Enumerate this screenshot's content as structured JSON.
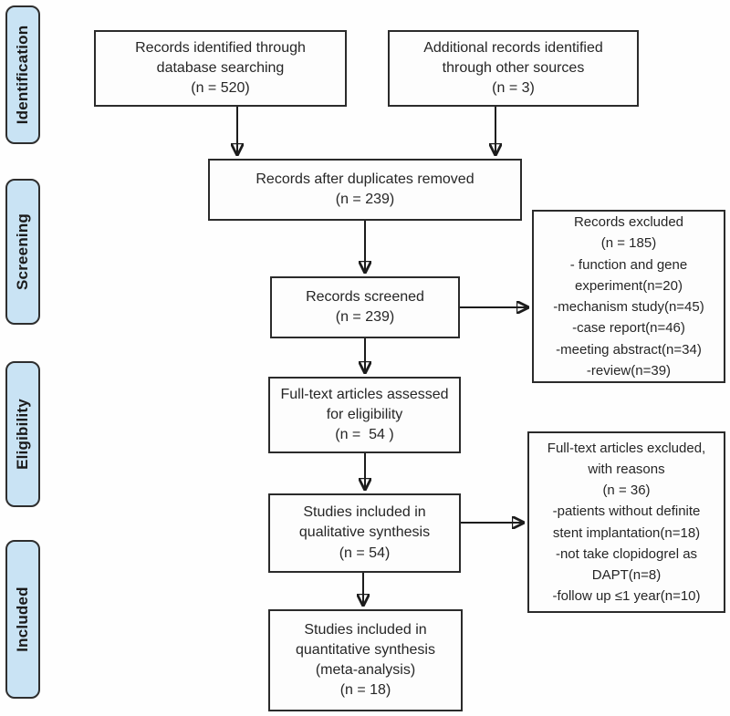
{
  "diagram": {
    "type": "prisma-flow",
    "colors": {
      "stage_fill": "#c9e3f4",
      "stage_border": "#2e2e2e",
      "box_fill": "#fdfdfd",
      "box_border": "#2b2b2b",
      "text": "#262626",
      "arrow": "#1c1c1c",
      "background": "#ffffff"
    },
    "sidebar": {
      "stages": [
        {
          "id": "identification",
          "label": "Identification"
        },
        {
          "id": "screening",
          "label": "Screening"
        },
        {
          "id": "eligibility",
          "label": "Eligibility"
        },
        {
          "id": "included",
          "label": "Included"
        }
      ]
    },
    "boxes": {
      "identified_database": "Records identified through\ndatabase searching\n(n = 520)",
      "identified_other": "Additional records identified\nthrough other sources\n(n = 3)",
      "after_duplicates": "Records after duplicates removed\n(n = 239)",
      "screened": "Records screened\n(n = 239)",
      "records_excluded": "Records excluded\n(n = 185)\n- function and gene\nexperiment(n=20)\n-mechanism study(n=45)\n-case report(n=46)\n-meeting abstract(n=34)\n-review(n=39)",
      "fulltext_assessed": "Full-text articles assessed\nfor eligibility\n(n =  54 )",
      "fulltext_excluded": "Full-text articles excluded,\nwith reasons\n(n = 36)\n-patients without definite\nstent implantation(n=18)\n-not take clopidogrel as\nDAPT(n=8)\n-follow up ≤1 year(n=10)",
      "qualitative_synthesis": "Studies included in\nqualitative synthesis\n(n = 54)",
      "quantitative_synthesis": "Studies included in\nquantitative synthesis\n(meta-analysis)\n(n = 18)"
    }
  }
}
